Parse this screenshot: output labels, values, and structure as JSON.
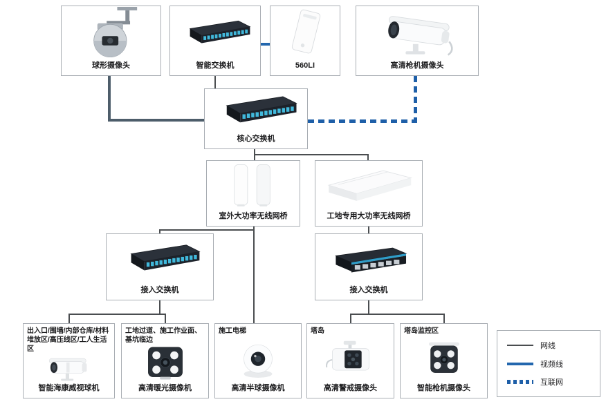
{
  "colors": {
    "net_line": "#4a4d50",
    "video_line": "#2367ae",
    "video_line_dark": "#4d5d6a",
    "internet_line": "#1e5fa8",
    "box_border": "#a8adb3",
    "text": "#1c1c1e"
  },
  "nodes": {
    "dome_ptz": {
      "label": "球形摄像头"
    },
    "smart_switch": {
      "label": "智能交换机"
    },
    "nvr_560li": {
      "label": "560LI"
    },
    "hd_bullet": {
      "label": "高清枪机摄像头"
    },
    "core_switch": {
      "label": "核心交换机"
    },
    "outdoor_bridge": {
      "label": "室外大功率无线网桥"
    },
    "site_bridge": {
      "label": "工地专用大功率无线网桥"
    },
    "access_switch_left": {
      "label": "接入交换机"
    },
    "access_switch_right": {
      "label": "接入交换机"
    },
    "cam_entrance": {
      "title": "出入口/围墙/内部仓库/材料堆放区/高压线区/工人生活区",
      "label": "智能海康威视球机"
    },
    "cam_walkway": {
      "title": "工地过道、施工作业面、基坑临边",
      "label": "高清暖光摄像机"
    },
    "cam_elevator": {
      "title": "施工电梯",
      "label": "高清半球摄像机"
    },
    "cam_tower": {
      "title": "塔岛",
      "label": "高清警戒摄像头"
    },
    "cam_tower_zone": {
      "title": "塔岛监控区",
      "label": "智能枪机摄像头"
    }
  },
  "legend": {
    "items": [
      {
        "id": "net",
        "label": "网线"
      },
      {
        "id": "video",
        "label": "视频线"
      },
      {
        "id": "internet",
        "label": "互联网"
      }
    ]
  }
}
